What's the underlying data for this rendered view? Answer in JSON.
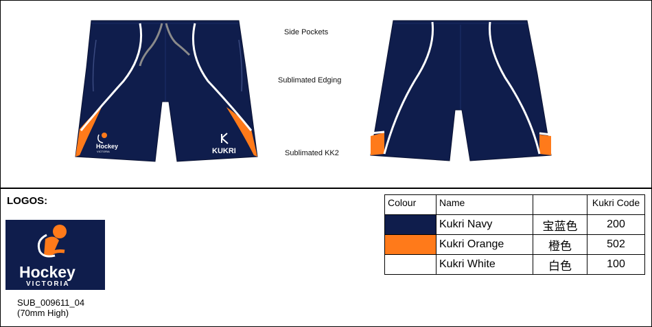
{
  "drawing": {
    "callouts": {
      "side_pockets": "Side Pockets",
      "sublimated_edging": "Sublimated Edging",
      "sublimated_kk2": "Sublimated KK2"
    },
    "front_marks": {
      "hockey": "Hockey",
      "victoria": "VICTORIA",
      "kukri": "KUKRI"
    }
  },
  "logos": {
    "title": "LOGOS:",
    "hockey_text": "Hockey",
    "victoria_text": "VICTORIA",
    "ref_code": "SUB_009611_04",
    "ref_size": "(70mm High)"
  },
  "colour_table": {
    "headers": {
      "colour": "Colour",
      "name": "Name",
      "cn": "",
      "code": "Kukri Code"
    },
    "rows": [
      {
        "swatch": "#0f1d4c",
        "name": "Kukri Navy",
        "cn": "宝蓝色",
        "code": "200"
      },
      {
        "swatch": "#ff7a1a",
        "name": "Kukri Orange",
        "cn": "橙色",
        "code": "502"
      },
      {
        "swatch": "#ffffff",
        "name": "Kukri White",
        "cn": "白色",
        "code": "100"
      }
    ]
  }
}
